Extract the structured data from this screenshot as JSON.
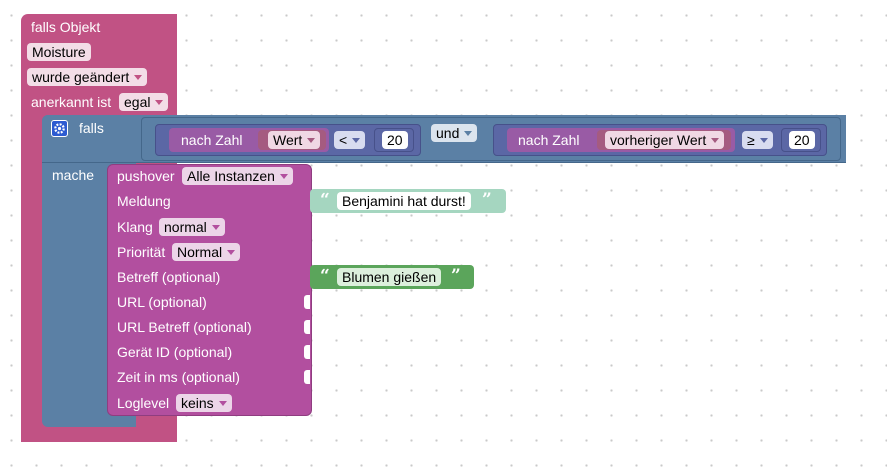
{
  "event_block": {
    "line1": "falls Objekt",
    "object_id": "Moisture",
    "trigger": "wurde geändert",
    "ack_label": "anerkannt ist",
    "ack_value": "egal"
  },
  "if_block": {
    "label": "falls",
    "do_label": "mache"
  },
  "condition": {
    "left": {
      "fn": "nach Zahl",
      "var": "Wert",
      "op": "<",
      "num": "20"
    },
    "logic": "und",
    "right": {
      "fn": "nach Zahl",
      "var": "vorheriger Wert",
      "op": "≥",
      "num": "20"
    }
  },
  "pushover": {
    "title": "pushover",
    "instance": "Alle Instanzen",
    "rows": [
      {
        "label": "Meldung"
      },
      {
        "label": "Klang",
        "value": "normal"
      },
      {
        "label": "Priorität",
        "value": "Normal"
      },
      {
        "label": "Betreff (optional)"
      },
      {
        "label": "URL (optional)"
      },
      {
        "label": "URL Betreff (optional)"
      },
      {
        "label": "Gerät ID (optional)"
      },
      {
        "label": "Zeit in ms (optional)"
      },
      {
        "label": "Loglevel",
        "value": "keins"
      }
    ],
    "message_text": "Benjamini hat durst!",
    "subject_text": "Blumen gießen"
  },
  "colors": {
    "event": "#c15284",
    "event_dark": "#9c3f6a",
    "logic": "#5b80a5",
    "logic_dark": "#44678a",
    "math": "#5b67a5",
    "pushover": "#b24f9f",
    "cast": "#995ba5",
    "variable": "#a55b80",
    "text": "#a5d6c0"
  }
}
